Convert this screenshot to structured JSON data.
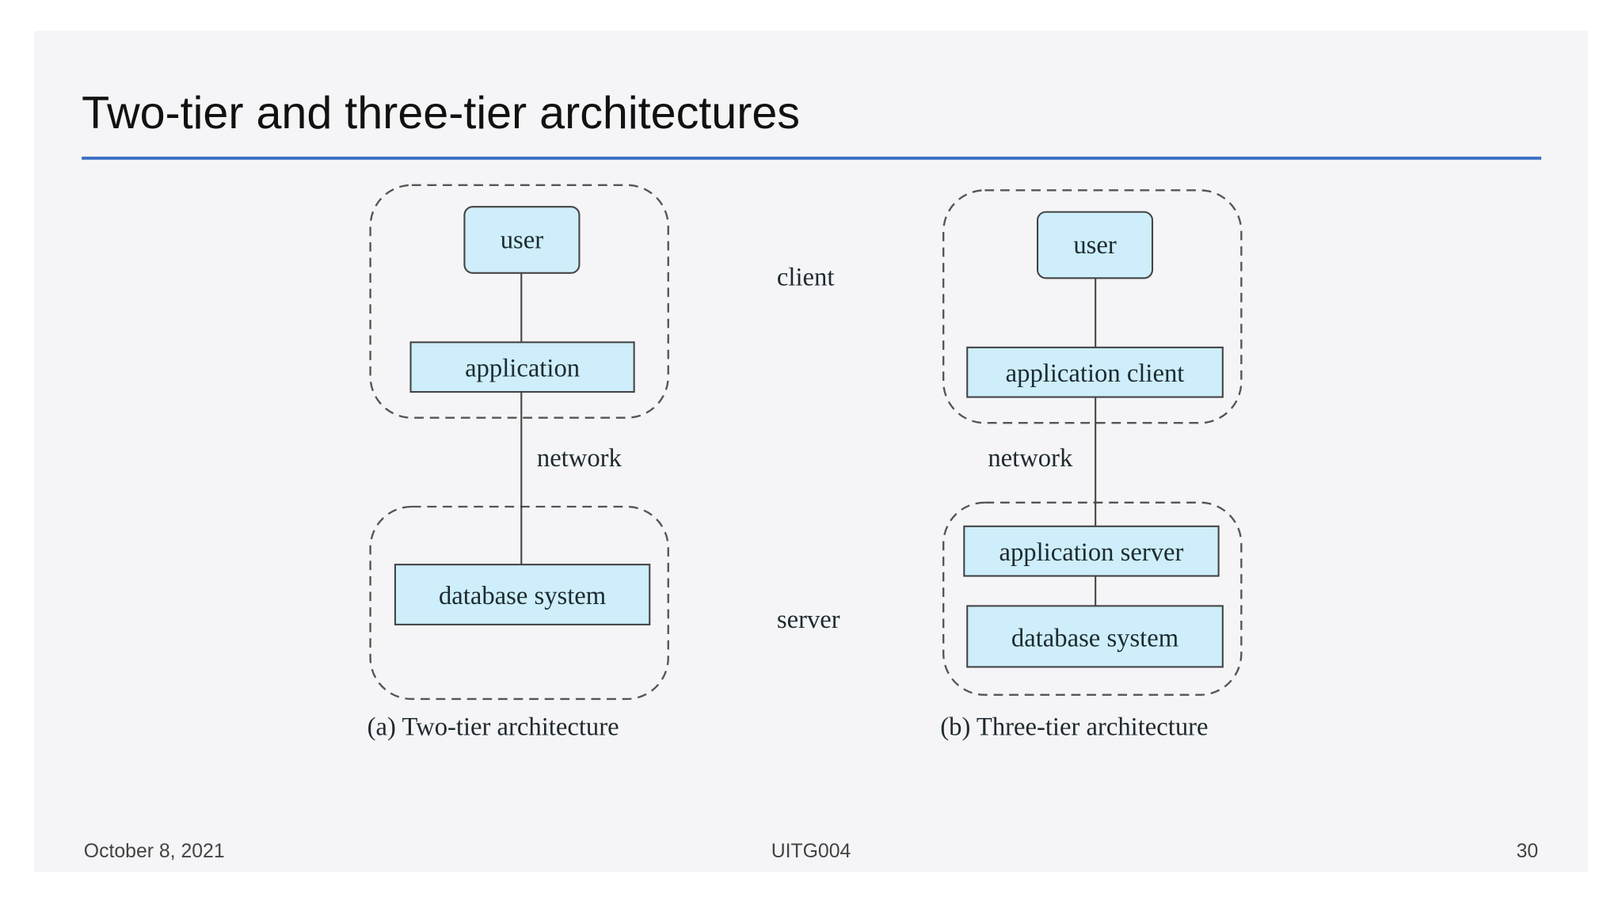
{
  "slide": {
    "title": "Two-tier and three-tier architectures",
    "accent_color": "#3a6fc4",
    "background_color": "#f5f4f6"
  },
  "diagram": {
    "labels": {
      "client": "client",
      "server": "server"
    },
    "two_tier": {
      "user": "user",
      "application": "application",
      "network": "network",
      "database": "database system",
      "caption": "(a) Two-tier architecture"
    },
    "three_tier": {
      "user": "user",
      "application_client": "application client",
      "network": "network",
      "application_server": "application server",
      "database": "database system",
      "caption": "(b) Three-tier architecture"
    },
    "box_color": "#cdeefa"
  },
  "footer": {
    "date": "October 8, 2021",
    "course": "UITG004",
    "page": "30"
  }
}
